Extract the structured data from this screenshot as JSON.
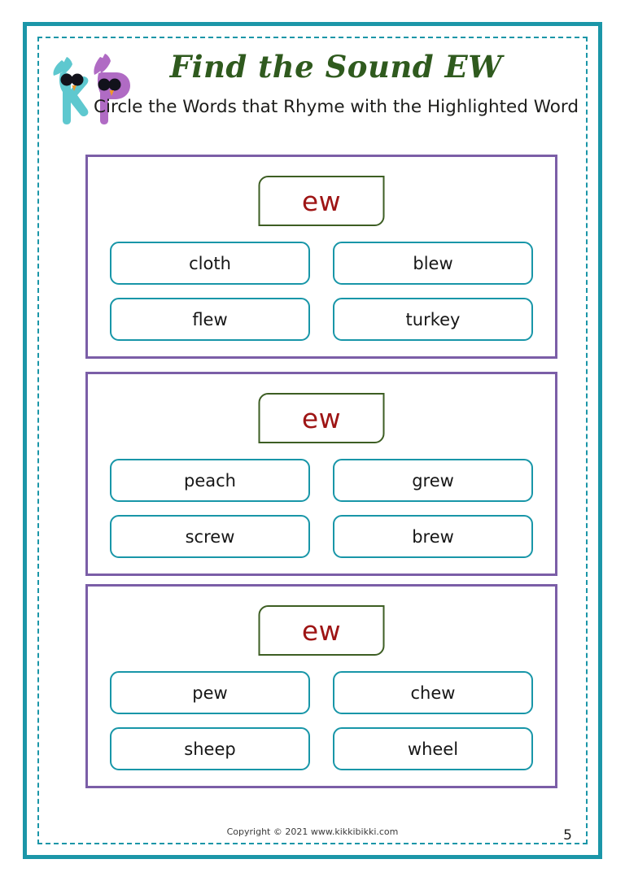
{
  "header": {
    "title": "Find the Sound EW",
    "subtitle": "Circle the Words that Rhyme with the Highlighted Word",
    "logo_alt": "kikkibikki-logo"
  },
  "colors": {
    "frame_teal": "#1b96a8",
    "group_purple": "#7b5ea7",
    "prompt_border_green": "#3d5e23",
    "prompt_text_red": "#9e1515",
    "word_border_teal": "#1896a8",
    "title_green": "#2f5a1e",
    "logo_teal": "#5ec8cf",
    "logo_purple": "#b06bc4",
    "logo_beak": "#f0982a"
  },
  "groups": [
    {
      "prompt": "ew",
      "words": [
        "cloth",
        "blew",
        "flew",
        "turkey"
      ]
    },
    {
      "prompt": "ew",
      "words": [
        "peach",
        "grew",
        "screw",
        "brew"
      ]
    },
    {
      "prompt": "ew",
      "words": [
        "pew",
        "chew",
        "sheep",
        "wheel"
      ]
    }
  ],
  "footer": {
    "copyright": "Copyright © 2021 www.kikkibikki.com",
    "page_number": "5"
  }
}
